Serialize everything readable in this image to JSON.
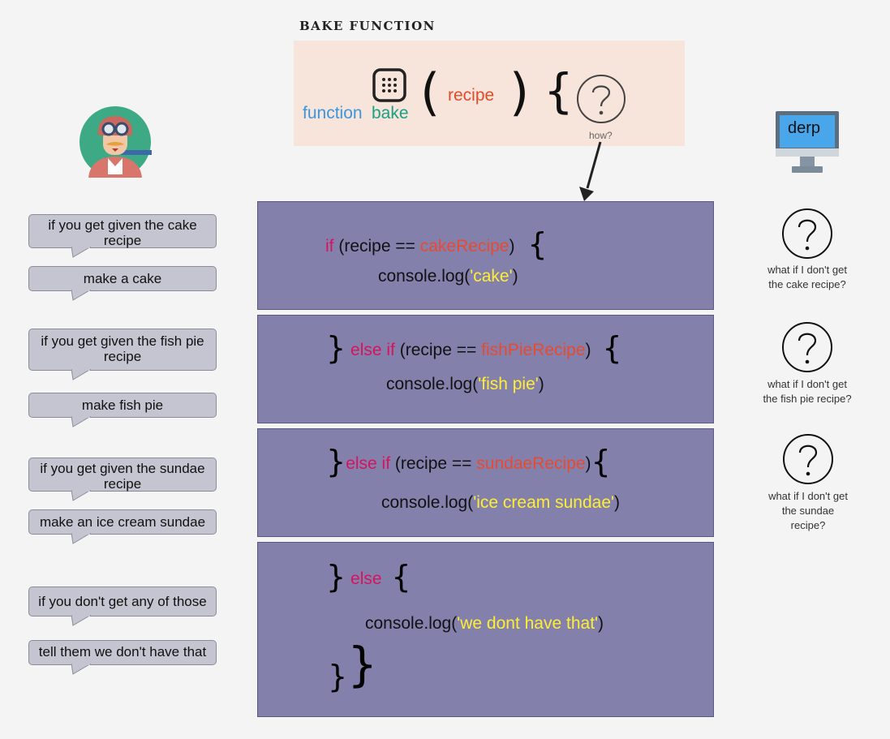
{
  "header": {
    "title": "BAKE FUNCTION",
    "signature": {
      "function_kw": "function",
      "name": "bake",
      "param": "recipe",
      "how_label": "how?"
    }
  },
  "computer": {
    "label": "derp"
  },
  "blocks": [
    {
      "line1": {
        "brace_before": "",
        "keyword": "if",
        "open": " (recipe == ",
        "var": "cakeRecipe",
        "close": ")"
      },
      "line2": {
        "fn": "console.log(",
        "str": "'cake'",
        "end": ")"
      }
    },
    {
      "line1": {
        "brace_before": "}",
        "keyword": "else if",
        "open": " (recipe == ",
        "var": "fishPieRecipe",
        "close": ")"
      },
      "line2": {
        "fn": "console.log(",
        "str": "'fish pie'",
        "end": ")"
      }
    },
    {
      "line1": {
        "brace_before": "}",
        "keyword": "else if",
        "open": " (recipe == ",
        "var": "sundaeRecipe",
        "close": ")"
      },
      "line2": {
        "fn": "console.log(",
        "str": "'ice cream sundae'",
        "end": ")"
      }
    },
    {
      "line1": {
        "brace_before": "}",
        "keyword": "else"
      },
      "line2": {
        "fn": "console.log(",
        "str": "'we dont have that'",
        "end": ")"
      }
    }
  ],
  "bubbles": [
    "if you get given the cake recipe",
    "make a cake",
    "if you get given the fish pie recipe",
    "make fish pie",
    "if you get given the sundae recipe",
    "make an ice cream sundae",
    "if you don't get any of those",
    "tell them we don't have that"
  ],
  "questions": [
    "what if I don't get the cake recipe?",
    "what if I don't get the fish pie recipe?",
    "what if I don't get the sundae recipe?"
  ],
  "colors": {
    "function_kw": "#3b97dd",
    "name": "#1aa083",
    "param": "#e24b2a",
    "keyword": "#d6135f",
    "variable": "#e84a31",
    "string": "#ffee33",
    "code_bg": "#8380ac",
    "header_bg": "#f7e4da",
    "bubble_bg": "#c5c5d2"
  }
}
